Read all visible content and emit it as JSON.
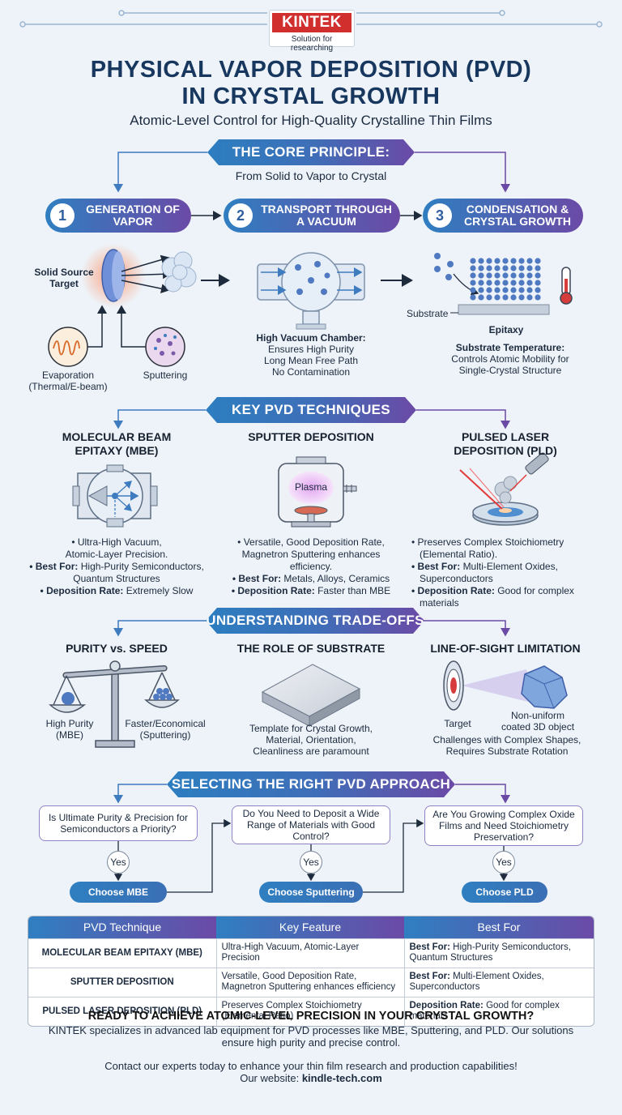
{
  "header": {
    "brand": "KINTEK",
    "tagline": "Solution for researching",
    "title_line1": "PHYSICAL VAPOR DEPOSITION (PVD)",
    "title_line2": "IN CRYSTAL GROWTH",
    "subtitle": "Atomic-Level Control for High-Quality Crystalline Thin Films"
  },
  "core": {
    "banner": "THE CORE PRINCIPLE:",
    "sub": "From Solid to Vapor to Crystal",
    "steps": [
      {
        "num": "1",
        "label": "GENERATION OF VAPOR"
      },
      {
        "num": "2",
        "label": "TRANSPORT THROUGH A VACUUM"
      },
      {
        "num": "3",
        "label": "CONDENSATION & CRYSTAL GROWTH"
      }
    ],
    "source_label": "Solid Source Target",
    "evaporation": "Evaporation (Thermal/E-beam)",
    "sputtering": "Sputtering",
    "chamber_title": "High Vacuum Chamber:",
    "chamber_lines": [
      "Ensures High Purity",
      "Long Mean Free Path",
      "No Contamination"
    ],
    "substrate": "Substrate",
    "epitaxy": "Epitaxy",
    "temp_title": "Substrate Temperature:",
    "temp_lines": [
      "Controls Atomic Mobility for",
      "Single-Crystal Structure"
    ]
  },
  "techniques": {
    "banner": "KEY PVD TECHNIQUES",
    "items": [
      {
        "title_l1": "MOLECULAR BEAM",
        "title_l2": "EPITAXY (MBE)",
        "b1": "• Ultra-High Vacuum,",
        "b1b": "Atomic-Layer Precision.",
        "best_label": "• Best For:",
        "best": "High-Purity Semiconductors,",
        "best2": "Quantum Structures",
        "rate_label": "• Deposition Rate:",
        "rate": "Extremely Slow",
        "rate2": ""
      },
      {
        "title_l1": "SPUTTER DEPOSITION",
        "title_l2": "",
        "b1": "• Versatile, Good Deposition Rate,",
        "b1b": "Magnetron Sputtering enhances",
        "b1c": "efficiency.",
        "best_label": "• Best For:",
        "best": "Metals, Alloys, Ceramics",
        "best2": "",
        "rate_label": "• Deposition Rate:",
        "rate": "Faster than MBE",
        "rate2": ""
      },
      {
        "title_l1": "PULSED LASER",
        "title_l2": "DEPOSITION (PLD)",
        "b1": "• Preserves Complex Stoichiometry",
        "b1b": "(Elemental Ratio).",
        "best_label": "• Best For:",
        "best": "Multi-Element Oxides,",
        "best2": "Superconductors",
        "rate_label": "• Deposition Rate:",
        "rate": "Good for complex",
        "rate2": "materials"
      }
    ],
    "plasma": "Plasma"
  },
  "tradeoffs": {
    "banner": "UNDERSTANDING TRADE-OFFS",
    "purity_title": "PURITY vs. SPEED",
    "high_purity": "High Purity (MBE)",
    "faster": "Faster/Economical (Sputtering)",
    "substrate_title": "THE ROLE OF SUBSTRATE",
    "substrate_lines": [
      "Template for Crystal Growth,",
      "Material, Orientation,",
      "Cleanliness are paramount"
    ],
    "los_title": "LINE-OF-SIGHT LIMITATION",
    "target": "Target",
    "nonuniform": "Non-uniform coated 3D object",
    "los_lines": [
      "Challenges with Complex Shapes,",
      "Requires Substrate Rotation"
    ]
  },
  "selecting": {
    "banner": "SELECTING THE RIGHT PVD APPROACH",
    "questions": [
      {
        "q": "Is Ultimate Purity & Precision for Semiconductors a Priority?",
        "yes": "Yes",
        "choose": "Choose MBE"
      },
      {
        "q": "Do You Need to Deposit a Wide Range of Materials with Good Control?",
        "yes": "Yes",
        "choose": "Choose Sputtering"
      },
      {
        "q": "Are You Growing Complex Oxide Films and Need Stoichiometry Preservation?",
        "yes": "Yes",
        "choose": "Choose PLD"
      }
    ]
  },
  "table": {
    "headers": [
      "PVD Technique",
      "Key Feature",
      "Best For"
    ],
    "rows": [
      {
        "tech": "MOLECULAR BEAM EPITAXY (MBE)",
        "feature": "Ultra-High Vacuum, Atomic-Layer Precision",
        "best_label": "Best For:",
        "best": " High-Purity Semiconductors, Quantum Structures"
      },
      {
        "tech": "SPUTTER DEPOSITION",
        "feature": "Versatile, Good Deposition Rate, Magnetron Sputtering enhances efficiency",
        "best_label": "Best For:",
        "best": " Multi-Element Oxides, Superconductors"
      },
      {
        "tech": "PULSED LASER DEPOSITION (PLD)",
        "feature": "Preserves Complex Stoichiometry (Elemental Ratio)",
        "best_label": "Deposition Rate:",
        "best": " Good for complex materials"
      }
    ]
  },
  "cta": {
    "title": "READY TO ACHIEVE ATOMIC-LEVEL PRECISION IN YOUR CRYSTAL GROWTH?",
    "body": "KINTEK specializes in advanced lab equipment for PVD processes like MBE, Sputtering, and PLD. Our solutions ensure high purity and precise control.",
    "contact": "Contact our experts today to enhance your thin film research and production capabilities!",
    "website_label": "Our website:",
    "website": "kindle-tech.com"
  },
  "colors": {
    "accent_blue": "#2f7fc1",
    "accent_purple": "#6b4aa6",
    "title_navy": "#17375e",
    "brand_red": "#d12e2e"
  }
}
